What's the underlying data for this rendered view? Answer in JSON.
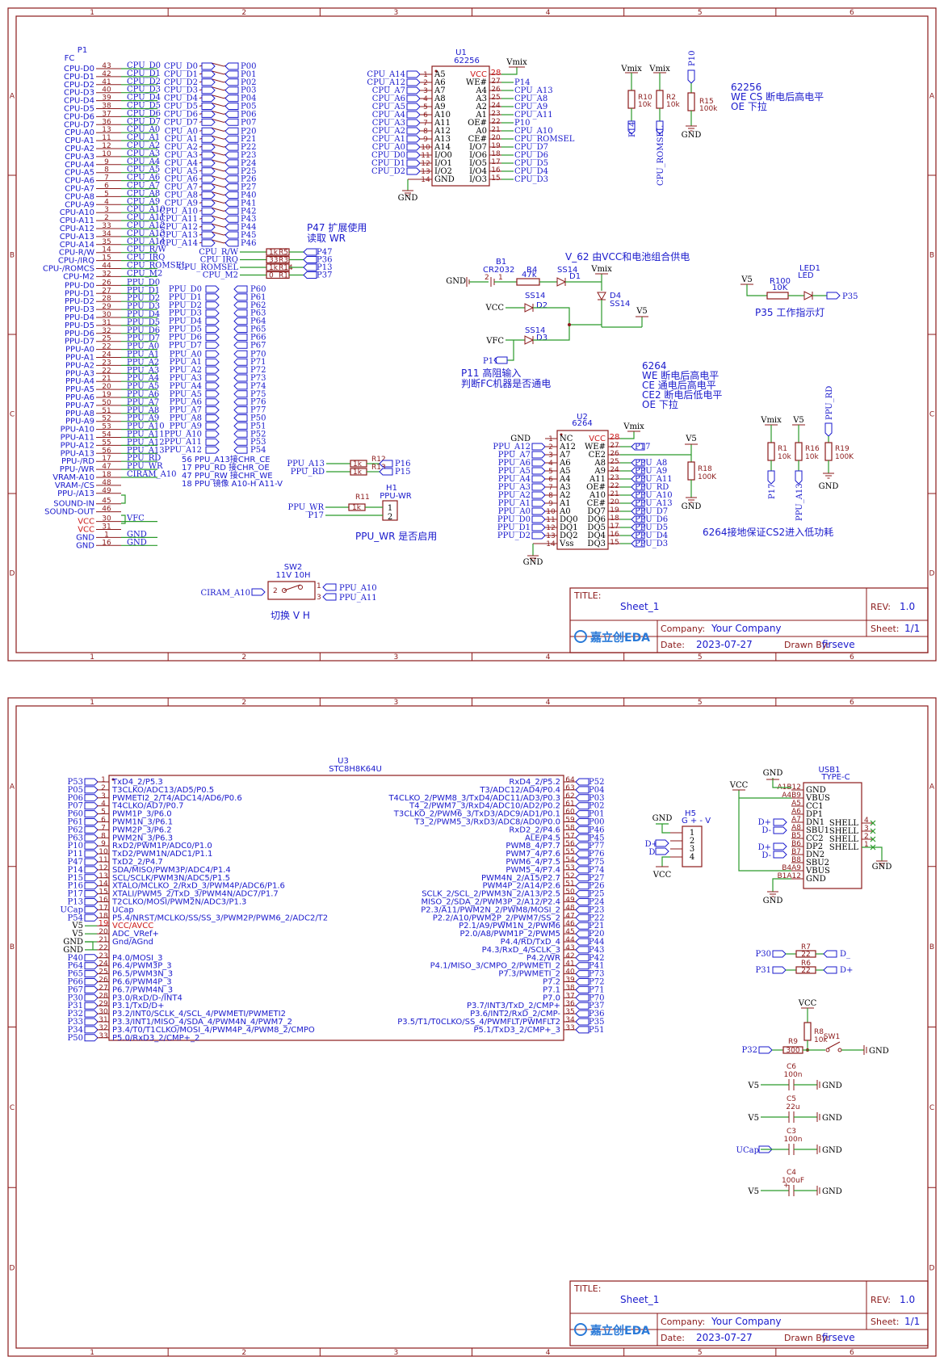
{
  "sheets": [
    {
      "title_label": "TITLE:",
      "title": "Sheet_1",
      "rev_label": "REV:",
      "rev": "1.0",
      "company_label": "Company:",
      "company": "Your Company",
      "sheet_label": "Sheet:",
      "sheet": "1/1",
      "date_label": "Date:",
      "date": "2023-07-27",
      "drawn_label": "Drawn By:",
      "drawn": "firseve",
      "logo": "嘉立创EDA"
    },
    {
      "title_label": "TITLE:",
      "title": "Sheet_1",
      "rev_label": "REV:",
      "rev": "1.0",
      "company_label": "Company:",
      "company": "Your Company",
      "sheet_label": "Sheet:",
      "sheet": "1/1",
      "date_label": "Date:",
      "date": "2023-07-27",
      "drawn_label": "Drawn By:",
      "drawn": "firseve",
      "logo": "嘉立创EDA"
    }
  ],
  "ruler": {
    "cols": [
      "1",
      "2",
      "3",
      "4",
      "5",
      "6"
    ],
    "rows": [
      "A",
      "B",
      "C",
      "D"
    ]
  },
  "p1": {
    "ref": "P1",
    "value": "FC",
    "pins": [
      [
        "CPU-D0",
        "43",
        "CPU_D0"
      ],
      [
        "CPU-D1",
        "42",
        "CPU_D1"
      ],
      [
        "CPU-D2",
        "41",
        "CPU_D2"
      ],
      [
        "CPU-D3",
        "40",
        "CPU_D3"
      ],
      [
        "CPU-D4",
        "39",
        "CPU_D4"
      ],
      [
        "CPU-D5",
        "38",
        "CPU_D5"
      ],
      [
        "CPU-D6",
        "37",
        "CPU_D6"
      ],
      [
        "CPU-D7",
        "36",
        "CPU_D7"
      ],
      [
        "CPU-A0",
        "13",
        "CPU_A0"
      ],
      [
        "CPU-A1",
        "11",
        "CPU_A1"
      ],
      [
        "CPU-A2",
        "12",
        "CPU_A2"
      ],
      [
        "CPU-A3",
        "10",
        "CPU_A3"
      ],
      [
        "CPU-A4",
        "9",
        "CPU_A4"
      ],
      [
        "CPU-A5",
        "8",
        "CPU_A5"
      ],
      [
        "CPU-A6",
        "7",
        "CPU_A6"
      ],
      [
        "CPU-A7",
        "6",
        "CPU_A7"
      ],
      [
        "CPU-A8",
        "5",
        "CPU_A8"
      ],
      [
        "CPU-A9",
        "4",
        "CPU_A9"
      ],
      [
        "CPU-A10",
        "3",
        "CPU_A10"
      ],
      [
        "CPU-A11",
        "2",
        "CPU_A11"
      ],
      [
        "CPU-A12",
        "33",
        "CPU_A12"
      ],
      [
        "CPU-A13",
        "34",
        "CPU_A13"
      ],
      [
        "CPU-A14",
        "35",
        "CPU_A14"
      ],
      [
        "CPU-R/W",
        "14",
        "CPU_R/W"
      ],
      [
        "CPU-/IRQ",
        "15",
        "CPU_IRQ"
      ],
      [
        "CPU-/ROMCS",
        "44",
        "CPU_ROMSEL"
      ],
      [
        "CPU-M2",
        "32",
        "CPU_M2"
      ],
      [
        "PPU-D0",
        "26",
        "PPU_D0"
      ],
      [
        "PPU-D1",
        "27",
        "PPU_D1"
      ],
      [
        "PPU-D2",
        "28",
        "PPU_D2"
      ],
      [
        "PPU-D3",
        "29",
        "PPU_D3"
      ],
      [
        "PPU-D4",
        "30",
        "PPU_D4"
      ],
      [
        "PPU-D5",
        "31",
        "PPU_D5"
      ],
      [
        "PPU-D6",
        "32",
        "PPU_D6"
      ],
      [
        "PPU-D7",
        "25",
        "PPU_D7"
      ],
      [
        "PPU-A0",
        "22",
        "PPU_A0"
      ],
      [
        "PPU-A1",
        "24",
        "PPU_A1"
      ],
      [
        "PPU-A2",
        "23",
        "PPU_A2"
      ],
      [
        "PPU-A3",
        "22",
        "PPU_A3"
      ],
      [
        "PPU-A4",
        "21",
        "PPU_A4"
      ],
      [
        "PPU-A5",
        "20",
        "PPU_A5"
      ],
      [
        "PPU-A6",
        "19",
        "PPU_A6"
      ],
      [
        "PPU-A7",
        "50",
        "PPU_A7"
      ],
      [
        "PPU-A8",
        "51",
        "PPU_A8"
      ],
      [
        "PPU-A9",
        "52",
        "PPU_A9"
      ],
      [
        "PPU-A10",
        "53",
        "PPU_A10"
      ],
      [
        "PPU-A11",
        "54",
        "PPU_A11"
      ],
      [
        "PPU-A12",
        "55",
        "PPU_A12"
      ],
      [
        "PPU-A13",
        "56",
        "PPU_A13"
      ],
      [
        "PPU-/RD",
        "17",
        "PPU_RD"
      ],
      [
        "PPU-/WR",
        "47",
        "PPU_WR"
      ],
      [
        "VRAM-A10",
        "18",
        "CIRAM_A10"
      ],
      [
        "VRAM-/CS",
        "48",
        ""
      ],
      [
        "PPU-/A13",
        "49",
        ""
      ],
      [
        "SOUND-IN",
        "45",
        ""
      ],
      [
        "SOUND-OUT",
        "46",
        ""
      ],
      [
        "VCC",
        "30",
        "VFC"
      ],
      [
        "VCC",
        "31",
        ""
      ],
      [
        "GND",
        "1",
        "GND"
      ],
      [
        "GND",
        "16",
        "GND"
      ]
    ]
  },
  "bus_top": {
    "left": [
      "CPU_D0",
      "CPU_D1",
      "CPU_D2",
      "CPU_D3",
      "CPU_D4",
      "CPU_D5",
      "CPU_D6",
      "CPU_D7",
      "CPU_A0",
      "CPU_A1",
      "CPU_A2",
      "CPU_A3",
      "CPU_A4",
      "CPU_A5",
      "CPU_A6",
      "CPU_A7",
      "CPU_A8",
      "CPU_A9",
      "CPU_A10",
      "CPU_A11",
      "CPU_A12",
      "CPU_A13",
      "CPU_A14"
    ],
    "right": [
      "P00",
      "P01",
      "P02",
      "P03",
      "P04",
      "P05",
      "P06",
      "P07",
      "P20",
      "P21",
      "P22",
      "P23",
      "P24",
      "P25",
      "P26",
      "P27",
      "P40",
      "P41",
      "P42",
      "P43",
      "P44",
      "P45",
      "P46"
    ]
  },
  "bus_res": {
    "left": [
      "CPU_R/W",
      "CPU_IRQ",
      "CPU_ROMSEL",
      "CPU_M2"
    ],
    "res": [
      "1k",
      "33",
      "1k",
      "0"
    ],
    "refs": [
      "R5",
      "R3",
      "R14",
      "R1"
    ],
    "right": [
      "P47",
      "P36",
      "P13",
      "P37"
    ]
  },
  "bus_ppu": {
    "left": [
      "PPU_D0",
      "PPU_D1",
      "PPU_D2",
      "PPU_D3",
      "PPU_D4",
      "PPU_D5",
      "PPU_D6",
      "PPU_D7",
      "PPU_A0",
      "PPU_A1",
      "PPU_A2",
      "PPU_A3",
      "PPU_A4",
      "PPU_A5",
      "PPU_A6",
      "PPU_A7",
      "PPU_A8",
      "PPU_A9",
      "PPU_A10",
      "PPU_A11",
      "PPU_A12"
    ],
    "right": [
      "P60",
      "P61",
      "P62",
      "P63",
      "P64",
      "P65",
      "P66",
      "P67",
      "P70",
      "P71",
      "P72",
      "P73",
      "P74",
      "P75",
      "P76",
      "P77",
      "P50",
      "P51",
      "P52",
      "P53",
      "P54"
    ]
  },
  "ppu_notes": [
    "56 PPU_A13接CHR_CE",
    "17 PPU_RD 接CHR_OE",
    "47 PPU_RW 接CHR_WE",
    "18 PPU 镜像 A10-H A11-V"
  ],
  "note_p47": [
    "P47 扩展使用",
    "读取 WR"
  ],
  "ppu_a13_rd": {
    "left": [
      "PPU_A13",
      "PPU_RD"
    ],
    "res": [
      "1k",
      "1k"
    ],
    "refs": [
      "R12",
      "R13"
    ],
    "right": [
      "P16",
      "P15"
    ]
  },
  "h1": {
    "ref": "H1",
    "value": "PPU-WR",
    "r_ref": "R11",
    "r_val": "1k",
    "in1": "PPU_WR",
    "in2": "P17",
    "pins": [
      "1",
      "2"
    ],
    "note": "PPU_WR 是否启用"
  },
  "sw2": {
    "ref": "SW2",
    "value": "11V 10H",
    "left": "CIRAM_A10",
    "right1": "PPU_A10",
    "right2": "PPU_A11",
    "pins": [
      "2",
      "1",
      "3"
    ],
    "note": "切换 V H"
  },
  "u1": {
    "ref": "U1",
    "value": "62256",
    "left": [
      [
        "CPU_A14",
        "1",
        "A5"
      ],
      [
        "CPU_A12",
        "2",
        "A6"
      ],
      [
        "CPU_A7",
        "3",
        "A7"
      ],
      [
        "CPU_A6",
        "4",
        "A8"
      ],
      [
        "CPU_A5",
        "5",
        "A9"
      ],
      [
        "CPU_A4",
        "6",
        "A10"
      ],
      [
        "CPU_A3",
        "7",
        "A11"
      ],
      [
        "CPU_A2",
        "8",
        "A12"
      ],
      [
        "CPU_A1",
        "9",
        "A13"
      ],
      [
        "CPU_A0",
        "10",
        "A14"
      ],
      [
        "CPU_D0",
        "11",
        "I/O0"
      ],
      [
        "CPU_D1",
        "12",
        "I/O1"
      ],
      [
        "CPU_D2",
        "13",
        "I/O2"
      ],
      [
        "",
        "14",
        "GND"
      ]
    ],
    "right": [
      [
        "VCC",
        "28",
        ""
      ],
      [
        "WE#",
        "27",
        "P14"
      ],
      [
        "A4",
        "26",
        "CPU_A13"
      ],
      [
        "A3",
        "25",
        "CPU_A8"
      ],
      [
        "A2",
        "24",
        "CPU_A9"
      ],
      [
        "A1",
        "23",
        "CPU_A11"
      ],
      [
        "OE#",
        "22",
        "P10"
      ],
      [
        "A0",
        "21",
        "CPU_A10"
      ],
      [
        "CE#",
        "20",
        "CPU_ROMSEL"
      ],
      [
        "I/O7",
        "19",
        "CPU_D7"
      ],
      [
        "I/O6",
        "18",
        "CPU_D6"
      ],
      [
        "I/O5",
        "17",
        "CPU_D5"
      ],
      [
        "I/O4",
        "16",
        "CPU_D4"
      ],
      [
        "I/O3",
        "15",
        "CPU_D3"
      ]
    ],
    "vmix": "Vmix",
    "gnd": "GND"
  },
  "u1_pullups": {
    "r10": [
      "R10",
      "10k",
      "Vmix",
      "P14"
    ],
    "r2": [
      "R2",
      "10k",
      "Vmix",
      "CPU_ROMSEL"
    ],
    "r15": [
      "R15",
      "100k",
      "P10",
      "GND"
    ],
    "note": [
      "62256",
      "WE CS 断电后高电平",
      "OE 下拉"
    ]
  },
  "power": {
    "title": "V_62 由VCC和电池组合供电",
    "b1": [
      "B1",
      "CR2032"
    ],
    "r4": [
      "R4",
      "47k"
    ],
    "d1": [
      "SS14",
      "D1"
    ],
    "d2": [
      "SS14",
      "D2"
    ],
    "d3": [
      "SS14",
      "D3"
    ],
    "d4": [
      "D4",
      "SS14"
    ],
    "gnd": "GND",
    "vmix": "Vmix",
    "vcc": "VCC",
    "vfc": "VFC",
    "v5": "V5",
    "p11": "P11",
    "pins": [
      "2",
      "1"
    ],
    "note": [
      "P11 高阻输入",
      "判断FC机器是否通电"
    ]
  },
  "led": {
    "v5": "V5",
    "r": [
      "R100",
      "10K"
    ],
    "led": [
      "LED1",
      "LED"
    ],
    "port": "P35",
    "note": "P35 工作指示灯"
  },
  "u2": {
    "ref": "U2",
    "value": "6264",
    "left": [
      [
        "GND",
        "1",
        "NC"
      ],
      [
        "PPU_A12",
        "2",
        "A12"
      ],
      [
        "PPU_A7",
        "3",
        "A7"
      ],
      [
        "PPU_A6",
        "4",
        "A6"
      ],
      [
        "PPU_A5",
        "5",
        "A5"
      ],
      [
        "PPU_A4",
        "6",
        "A4"
      ],
      [
        "PPU_A3",
        "7",
        "A3"
      ],
      [
        "PPU_A2",
        "8",
        "A2"
      ],
      [
        "PPU_A1",
        "9",
        "A1"
      ],
      [
        "PPU_A0",
        "10",
        "A0"
      ],
      [
        "PPU_D0",
        "11",
        "DQ0"
      ],
      [
        "PPU_D1",
        "12",
        "DQ1"
      ],
      [
        "PPU_D2",
        "13",
        "DQ2"
      ],
      [
        "",
        "14",
        "Vss"
      ]
    ],
    "right": [
      [
        "VCC",
        "28",
        "Vmix"
      ],
      [
        "WE#",
        "27",
        "P17"
      ],
      [
        "CE2",
        "26",
        "V5"
      ],
      [
        "A8",
        "25",
        "PPU_A8"
      ],
      [
        "A9",
        "24",
        "PPU_A9"
      ],
      [
        "A11",
        "23",
        "PPU_A11"
      ],
      [
        "OE#",
        "22",
        "PPU_RD"
      ],
      [
        "A10",
        "21",
        "PPU_A10"
      ],
      [
        "CE#",
        "20",
        "PPU_A13"
      ],
      [
        "DQ7",
        "19",
        "PPU_D7"
      ],
      [
        "DQ6",
        "18",
        "PPU_D6"
      ],
      [
        "DQ5",
        "17",
        "PPU_D5"
      ],
      [
        "DQ4",
        "16",
        "PPU_D4"
      ],
      [
        "DQ3",
        "15",
        "PPU_D3"
      ]
    ],
    "gnd": "GND",
    "r18": [
      "R18",
      "100K",
      "GND"
    ],
    "note": [
      "6264",
      "WE 断电后高电平",
      "CE 通电后高电平",
      "CE2 断电后低电平",
      "OE 下拉"
    ],
    "note2": "6264接地保证CS2进入低功耗"
  },
  "u2_pullups": {
    "r1": [
      "R1",
      "10k",
      "Vmix",
      "P17"
    ],
    "r16": [
      "R16",
      "10k",
      "V5",
      "PPU_A13"
    ],
    "r19": [
      "R19",
      "100K",
      "PPU_RD",
      "GND"
    ]
  },
  "u3": {
    "ref": "U3",
    "value": "STC8H8K64U",
    "left": [
      [
        "P53",
        "1",
        "TxD4_2/P5.3"
      ],
      [
        "P05",
        "2",
        "T3CLKO/ADC13/AD5/P0.5"
      ],
      [
        "P06",
        "3",
        "PWMETI2_2/T4/ADC14/AD6/P0.6"
      ],
      [
        "P07",
        "4",
        "T4CLKO/AD7/P0.7"
      ],
      [
        "P60",
        "5",
        "PWM1P_3/P6.0"
      ],
      [
        "P61",
        "6",
        "PWM1N_3/P6.1"
      ],
      [
        "P62",
        "7",
        "PWM2P_3/P6.2"
      ],
      [
        "P63",
        "8",
        "PWM2N_3/P6.3"
      ],
      [
        "P10",
        "9",
        "RxD2/PWM1P/ADC0/P1.0"
      ],
      [
        "P11",
        "10",
        "TxD2/PWM1N/ADC1/P1.1"
      ],
      [
        "P47",
        "11",
        "TxD2_2/P4.7"
      ],
      [
        "P14",
        "12",
        "SDA/MISO/PWM3P/ADC4/P1.4"
      ],
      [
        "P15",
        "13",
        "SCL/SCLK/PWM3N/ADC5/P1.5"
      ],
      [
        "P16",
        "14",
        "XTALO/MCLKO_2/RxD_3/PWM4P/ADC6/P1.6"
      ],
      [
        "P17",
        "15",
        "XTALI/PWM5_2/TxD_3/PWM4N/ADC7/P1.7"
      ],
      [
        "P13",
        "16",
        "T2CLKO/MOSI/PWM2N/ADC3/P1.3"
      ],
      [
        "UCap",
        "17",
        "UCap"
      ],
      [
        "P54",
        "18",
        "P5.4/NRST/MCLKO/SS/SS_3/PWM2P/PWM6_2/ADC2/T2"
      ],
      [
        "V5",
        "19",
        "VCC/AVCC"
      ],
      [
        "V5",
        "20",
        "ADC_VRef+"
      ],
      [
        "GND",
        "21",
        "Gnd/AGnd"
      ],
      [
        "GND",
        "22",
        ""
      ],
      [
        "P40",
        "23",
        "P4.0/MOSI_3"
      ],
      [
        "P64",
        "24",
        "P6.4/PWM3P_3"
      ],
      [
        "P65",
        "25",
        "P6.5/PWM3N_3"
      ],
      [
        "P66",
        "26",
        "P6.6/PWM4P_3"
      ],
      [
        "P67",
        "27",
        "P6.7/PWM4N_3"
      ],
      [
        "P30",
        "28",
        "P3.0/RxD/D-/INT4"
      ],
      [
        "P31",
        "29",
        "P3.1/TxD/D+"
      ],
      [
        "P32",
        "30",
        "P3.2/INT0/SCLK_4/SCL_4/PWMETI/PWMETI2"
      ],
      [
        "P33",
        "31",
        "P3.3/INT1/MISO_4/SDA_4/PWM4N_4/PWM7_2"
      ],
      [
        "P34",
        "32",
        "P3.4/T0/T1CLKO/MOSI_4/PWM4P_4/PWM8_2/CMPO"
      ],
      [
        "P50",
        "33",
        "P5.0/RxD3_2/CMP+_2"
      ]
    ],
    "right": [
      [
        "P52",
        "64",
        "RxD4_2/P5.2"
      ],
      [
        "P04",
        "63",
        "T3/ADC12/AD4/P0.4"
      ],
      [
        "P03",
        "62",
        "T4CLKO_2/PWM8_3/TxD4/ADC11/AD3/P0.3"
      ],
      [
        "P02",
        "61",
        "T4_2/PWM7_3/RxD4/ADC10/AD2/P0.2"
      ],
      [
        "P01",
        "60",
        "T3CLKO_2/PWM6_3/TxD3/ADC9/AD1/P0.1"
      ],
      [
        "P00",
        "59",
        "T3_2/PWM5_3/RxD3/ADC8/AD0/P0.0"
      ],
      [
        "P46",
        "58",
        "RxD2_2/P4.6"
      ],
      [
        "P45",
        "57",
        "ALE/P4.5"
      ],
      [
        "P77",
        "56",
        "PWM8_4/P7.7"
      ],
      [
        "P76",
        "55",
        "PWM7_4/P7.6"
      ],
      [
        "P75",
        "54",
        "PWM6_4/P7.5"
      ],
      [
        "P74",
        "53",
        "PWM5_4/P7.4"
      ],
      [
        "P27",
        "52",
        "PWM4N_2/A15/P2.7"
      ],
      [
        "P26",
        "51",
        "PWM4P_2/A14/P2.6"
      ],
      [
        "P25",
        "50",
        "SCLK_2/SCL_2/PWM3N_2/A13/P2.5"
      ],
      [
        "P24",
        "49",
        "MISO_2/SDA_2/PWM3P_2/A12/P2.4"
      ],
      [
        "P23",
        "48",
        "P2.3/A11/PWM2N_2/PWM8/MOSI_2"
      ],
      [
        "P22",
        "47",
        "P2.2/A10/PWM2P_2/PWM7/SS_2"
      ],
      [
        "P21",
        "46",
        "P2.1/A9/PWM1N_2/PWM6"
      ],
      [
        "P20",
        "45",
        "P2.0/A8/PWM1P_2/PWM5"
      ],
      [
        "P44",
        "44",
        "P4.4/RD/TxD_4"
      ],
      [
        "P43",
        "43",
        "P4.3/RxD_4/SCLK_3"
      ],
      [
        "P42",
        "42",
        "P4.2/WR"
      ],
      [
        "P41",
        "41",
        "P4.1/MISO_3/CMPO_2/PWMETI_2"
      ],
      [
        "P73",
        "40",
        "P7.3/PWMETI_2"
      ],
      [
        "P72",
        "39",
        "P7.2"
      ],
      [
        "P71",
        "38",
        "P7.1"
      ],
      [
        "P70",
        "37",
        "P7.0"
      ],
      [
        "P37",
        "36",
        "P3.7/INT3/TxD_2/CMP+"
      ],
      [
        "P36",
        "35",
        "P3.6/INT2/RxD_2/CMP-"
      ],
      [
        "P35",
        "34",
        "P3.5/T1/T0CLKO/SS_4/PWMFLT/PWMFLT2"
      ],
      [
        "P51",
        "33",
        "P5.1/TxD3_2/CMP+_3"
      ]
    ]
  },
  "h5": {
    "ref": "H5",
    "value": "G + - V",
    "gnd": "GND",
    "vcc": "VCC",
    "dp": "D+",
    "dm": "D-",
    "pins": [
      "1",
      "2",
      "3",
      "4"
    ]
  },
  "usb1": {
    "ref": "USB1",
    "value": "TYPE-C",
    "vcc": "VCC",
    "gnd": "GND",
    "pins": [
      [
        "A1B12",
        "GND"
      ],
      [
        "A4B9",
        "VBUS"
      ],
      [
        "A5",
        "CC1"
      ],
      [
        "A6",
        "DP1"
      ],
      [
        "A7",
        "DN1"
      ],
      [
        "A8",
        "SBU1"
      ],
      [
        "B5",
        "CC2"
      ],
      [
        "B6",
        "DP2"
      ],
      [
        "B7",
        "DN2"
      ],
      [
        "B8",
        "SBU2"
      ],
      [
        "B4A9",
        "VBUS"
      ],
      [
        "B1A12",
        "GND"
      ]
    ],
    "shell": [
      "SHELL",
      "SHELL",
      "SHELL",
      "SHELL"
    ],
    "shell_pins": [
      "4",
      "3",
      "2",
      "1"
    ],
    "nets": [
      "D+",
      "D-",
      "D+",
      "D-"
    ]
  },
  "rmisc": {
    "r7": [
      "P30",
      "R7",
      "22",
      "D_"
    ],
    "r6": [
      "P31",
      "R6",
      "22",
      "D+"
    ],
    "r8": [
      "VCC",
      "R8",
      "10k"
    ],
    "r9": [
      "P32",
      "R9",
      "300"
    ],
    "sw1": [
      "SW1",
      "GND"
    ]
  },
  "caps": [
    [
      "V5",
      "C6",
      "100n",
      "GND"
    ],
    [
      "V5",
      "C5",
      "22u",
      "GND"
    ],
    [
      "UCap",
      "C3",
      "100n",
      "GND"
    ],
    [
      "V5",
      "C4",
      "100uF",
      "GND"
    ]
  ]
}
